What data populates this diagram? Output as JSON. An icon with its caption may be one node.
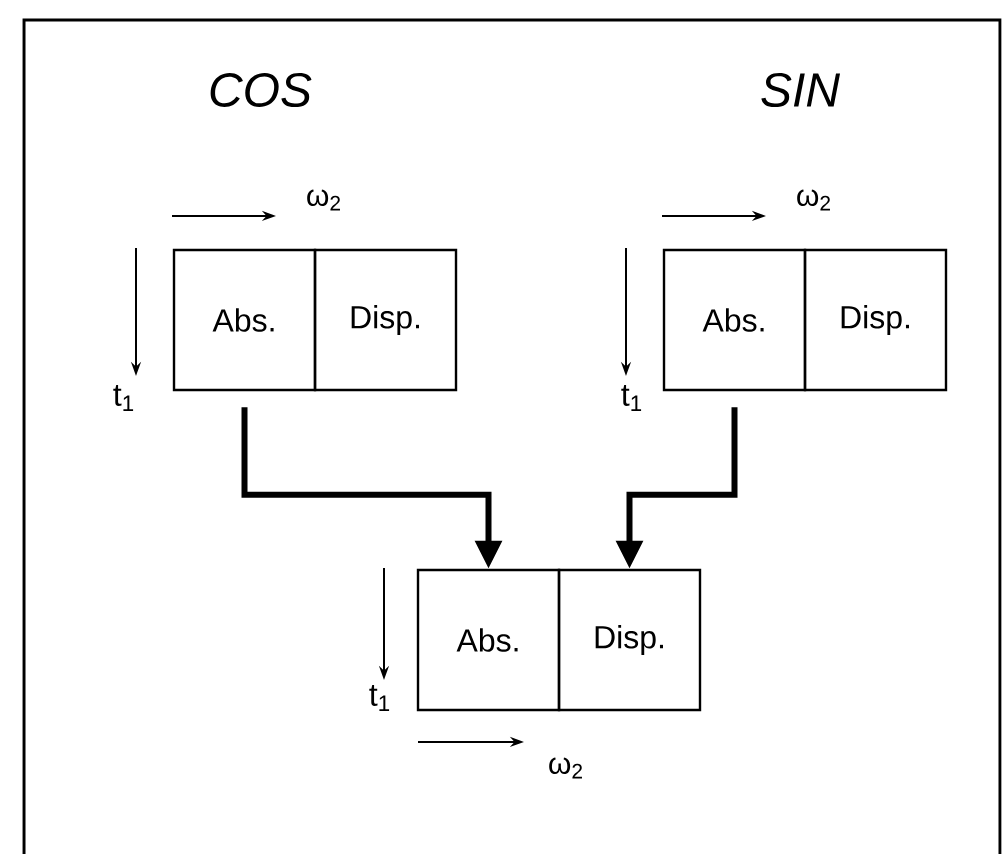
{
  "diagram": {
    "nodes": [
      {
        "text": [
          "Abs."
        ]
      },
      {
        "text": [
          "Disp."
        ]
      },
      {
        "text": [
          "Abs."
        ]
      },
      {
        "text": [
          "Disp."
        ]
      },
      {
        "text": [
          "Abs."
        ]
      },
      {
        "text": [
          "Disp."
        ]
      }
    ],
    "edges": [
      {
        "from": 0,
        "to": 4,
        "arrow": "to"
      },
      {
        "from": 2,
        "to": 5,
        "arrow": "to"
      }
    ],
    "labels": [
      "COS",
      "SIN",
      "ω$_{2}$",
      "ω$_{2}$",
      "t$_{1}$",
      "t$_{1}$",
      "t$_{1}$",
      "ω$_{2}$"
    ]
  }
}
